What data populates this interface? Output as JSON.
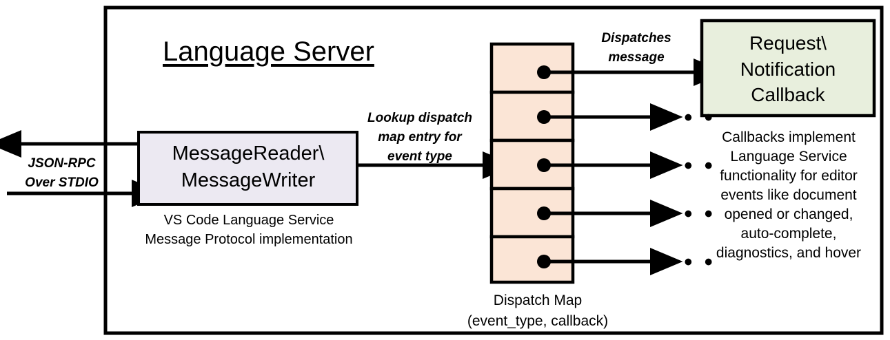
{
  "diagram": {
    "title": "Language Server",
    "outer_frame": {
      "name": "language-server-boundary"
    },
    "colors": {
      "message_box_fill": "#ECE9F2",
      "dispatch_cell_fill": "#FBE5D6",
      "callback_box_fill": "#E8EFDD",
      "stroke": "#000000",
      "background": "#FFFFFF"
    },
    "external_io": {
      "label_line1": "JSON-RPC",
      "label_line2": "Over STDIO",
      "outbound_arrow": "arrow-out-to-client",
      "inbound_arrow": "arrow-in-from-client"
    },
    "message_box": {
      "line1": "MessageReader\\",
      "line2": "MessageWriter",
      "caption_line1": "VS Code Language Service",
      "caption_line2": "Message Protocol implementation"
    },
    "lookup_arrow": {
      "label_line1": "Lookup dispatch",
      "label_line2": "map entry for",
      "label_line3": "event type"
    },
    "dispatch_map": {
      "caption_line1": "Dispatch Map",
      "caption_line2": "(event_type, callback)",
      "rows": [
        {
          "index": 0,
          "has_entry_dot": true,
          "outgoing": "to-callback-box"
        },
        {
          "index": 1,
          "has_entry_dot": true,
          "outgoing": "ellipsis"
        },
        {
          "index": 2,
          "has_entry_dot": true,
          "outgoing": "ellipsis"
        },
        {
          "index": 3,
          "has_entry_dot": true,
          "outgoing": "ellipsis"
        },
        {
          "index": 4,
          "has_entry_dot": true,
          "outgoing": "ellipsis"
        }
      ],
      "ellipsis_glyph": "• • •"
    },
    "dispatch_arrow": {
      "label_line1": "Dispatches",
      "label_line2": "message"
    },
    "callback_box": {
      "line1": "Request\\",
      "line2": "Notification",
      "line3": "Callback",
      "description": [
        "Callbacks implement",
        "Language Service",
        "functionality for editor",
        "events like document",
        "opened or changed,",
        "auto-complete,",
        "diagnostics, and hover"
      ]
    }
  }
}
